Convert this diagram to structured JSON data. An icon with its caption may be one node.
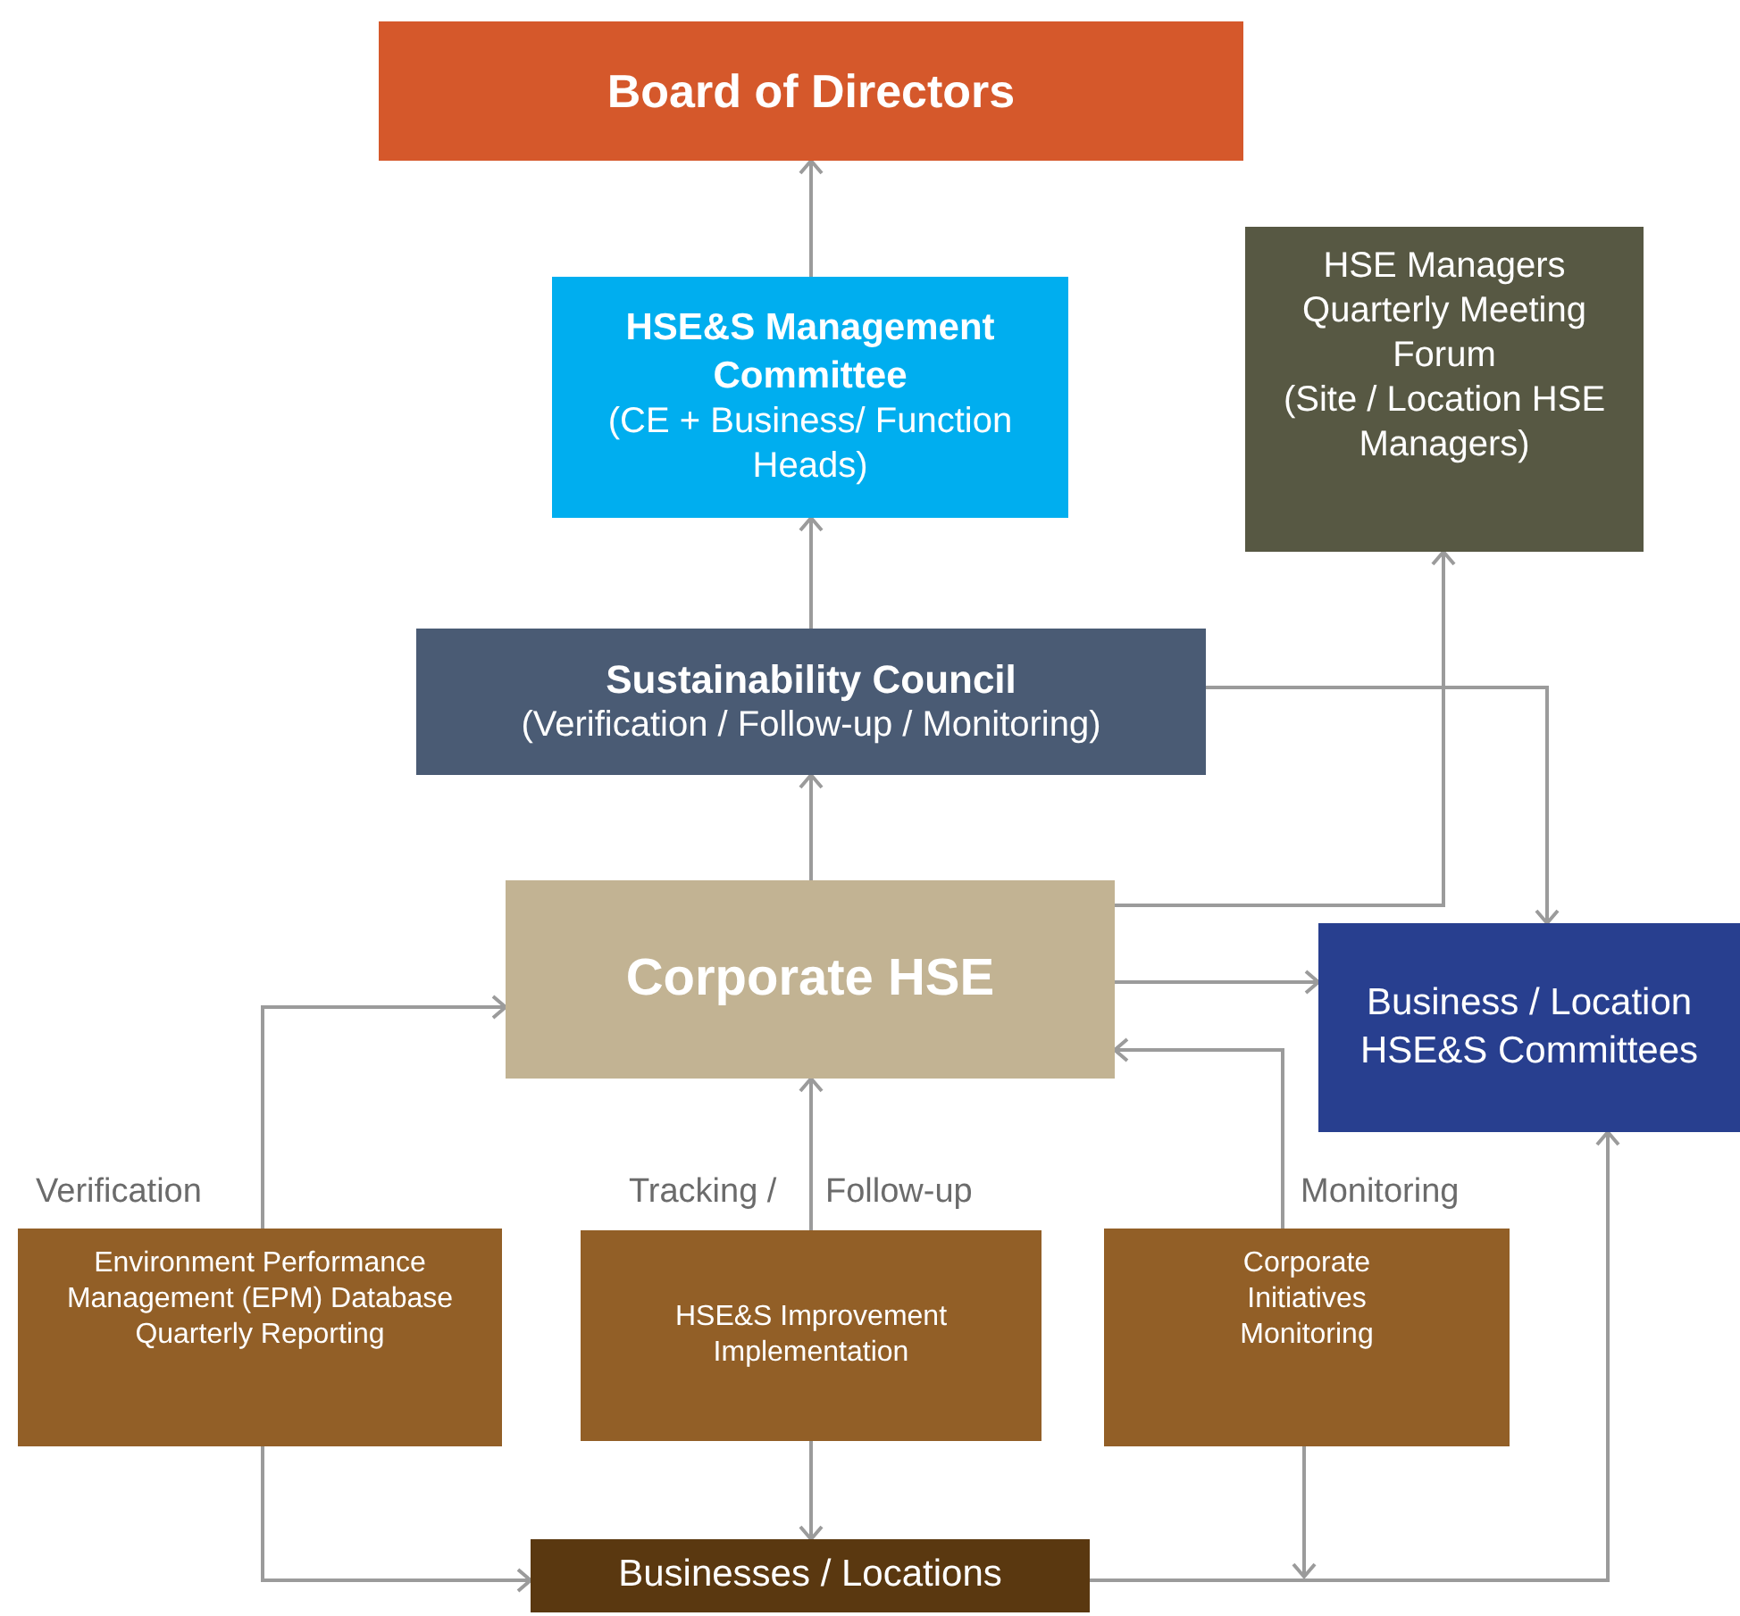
{
  "diagram": {
    "nodes": [
      {
        "text": [
          "Board of Directors"
        ]
      },
      {
        "text": [
          "HSE&S Management Committee",
          "(CE + Business/ Function Heads)"
        ]
      },
      {
        "text": [
          "HSE Managers Quarterly Meeting Forum",
          "(Site / Location HSE Managers)"
        ]
      },
      {
        "text": [
          "Sustainability Council",
          "(Verification / Follow-up / Monitoring)"
        ]
      },
      {
        "text": [
          "Corporate HSE"
        ]
      },
      {
        "text": [
          "Business / Location HSE&S Committees"
        ]
      },
      {
        "text": [
          "Environment Performance Management (EPM) Database Quarterly Reporting"
        ]
      },
      {
        "text": [
          "HSE&S Improvement Implementation"
        ]
      },
      {
        "text": [
          "Corporate Initiatives Monitoring"
        ]
      },
      {
        "text": [
          "Businesses / Locations"
        ]
      }
    ],
    "edges": [
      {
        "from": 1,
        "to": 0,
        "arrow": "to"
      },
      {
        "from": 3,
        "to": 1,
        "arrow": "to"
      },
      {
        "from": 4,
        "to": 3,
        "arrow": "to"
      },
      {
        "from": 4,
        "to": 2,
        "arrow": "to"
      },
      {
        "from": 3,
        "to": 5,
        "arrow": "to"
      },
      {
        "from": 4,
        "to": 5,
        "arrow": "to"
      },
      {
        "from": 6,
        "to": 4,
        "arrow": "to"
      },
      {
        "from": 7,
        "to": 4,
        "arrow": "to"
      },
      {
        "from": 8,
        "to": 4,
        "arrow": "to"
      },
      {
        "from": 7,
        "to": 9,
        "arrow": "to"
      },
      {
        "from": 6,
        "to": 9,
        "arrow": "to"
      },
      {
        "from": 8,
        "to": null,
        "arrow": "to"
      },
      {
        "from": 9,
        "to": 5,
        "arrow": "to"
      }
    ],
    "labels": [
      "Verification",
      "Tracking /",
      "Follow-up",
      "Monitoring"
    ]
  }
}
